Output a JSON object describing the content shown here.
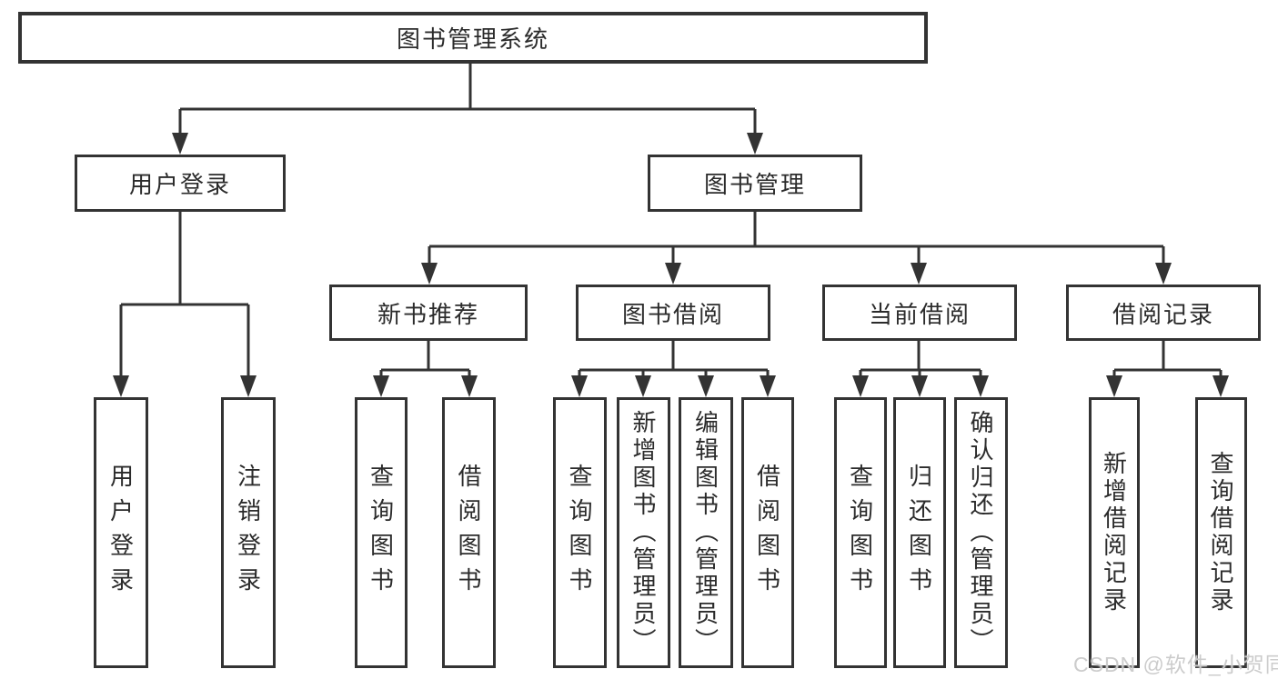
{
  "diagram": {
    "title_node": "图书管理系统",
    "nodes": {
      "root": {
        "label": "图书管理系统"
      },
      "user_login": {
        "label": "用户登录"
      },
      "book_mgmt": {
        "label": "图书管理"
      },
      "new_books": {
        "label": "新书推荐"
      },
      "book_borrow": {
        "label": "图书借阅"
      },
      "current_borrow": {
        "label": "当前借阅"
      },
      "borrow_records": {
        "label": "借阅记录"
      },
      "leaf_user_login": {
        "label": "用户登录"
      },
      "leaf_logout": {
        "label": "注销登录"
      },
      "leaf_nb_query": {
        "label": "查询图书"
      },
      "leaf_nb_borrow": {
        "label": "借阅图书"
      },
      "leaf_bb_query": {
        "label": "查询图书"
      },
      "leaf_bb_add": {
        "label": "新增图书（管理员）"
      },
      "leaf_bb_edit": {
        "label": "编辑图书（管理员）"
      },
      "leaf_bb_borrow": {
        "label": "借阅图书"
      },
      "leaf_cb_query": {
        "label": "查询图书"
      },
      "leaf_cb_return": {
        "label": "归还图书"
      },
      "leaf_cb_confirm": {
        "label": "确认归还（管理员）"
      },
      "leaf_br_add": {
        "label": "新增借阅记录"
      },
      "leaf_br_query": {
        "label": "查询借阅记录"
      }
    },
    "edges": [
      [
        "图书管理系统",
        "用户登录"
      ],
      [
        "图书管理系统",
        "图书管理"
      ],
      [
        "用户登录",
        "用户登录"
      ],
      [
        "用户登录",
        "注销登录"
      ],
      [
        "图书管理",
        "新书推荐"
      ],
      [
        "图书管理",
        "图书借阅"
      ],
      [
        "图书管理",
        "当前借阅"
      ],
      [
        "图书管理",
        "借阅记录"
      ],
      [
        "新书推荐",
        "查询图书"
      ],
      [
        "新书推荐",
        "借阅图书"
      ],
      [
        "图书借阅",
        "查询图书"
      ],
      [
        "图书借阅",
        "新增图书（管理员）"
      ],
      [
        "图书借阅",
        "编辑图书（管理员）"
      ],
      [
        "图书借阅",
        "借阅图书"
      ],
      [
        "当前借阅",
        "查询图书"
      ],
      [
        "当前借阅",
        "归还图书"
      ],
      [
        "当前借阅",
        "确认归还（管理员）"
      ],
      [
        "借阅记录",
        "新增借阅记录"
      ],
      [
        "借阅记录",
        "查询借阅记录"
      ]
    ],
    "colors": {
      "line": "#333333",
      "text": "#2b2b2b",
      "background": "#ffffff",
      "watermark": "#c9c9c9"
    }
  },
  "watermark": {
    "text": "CSDN @软件_小贺同学"
  }
}
